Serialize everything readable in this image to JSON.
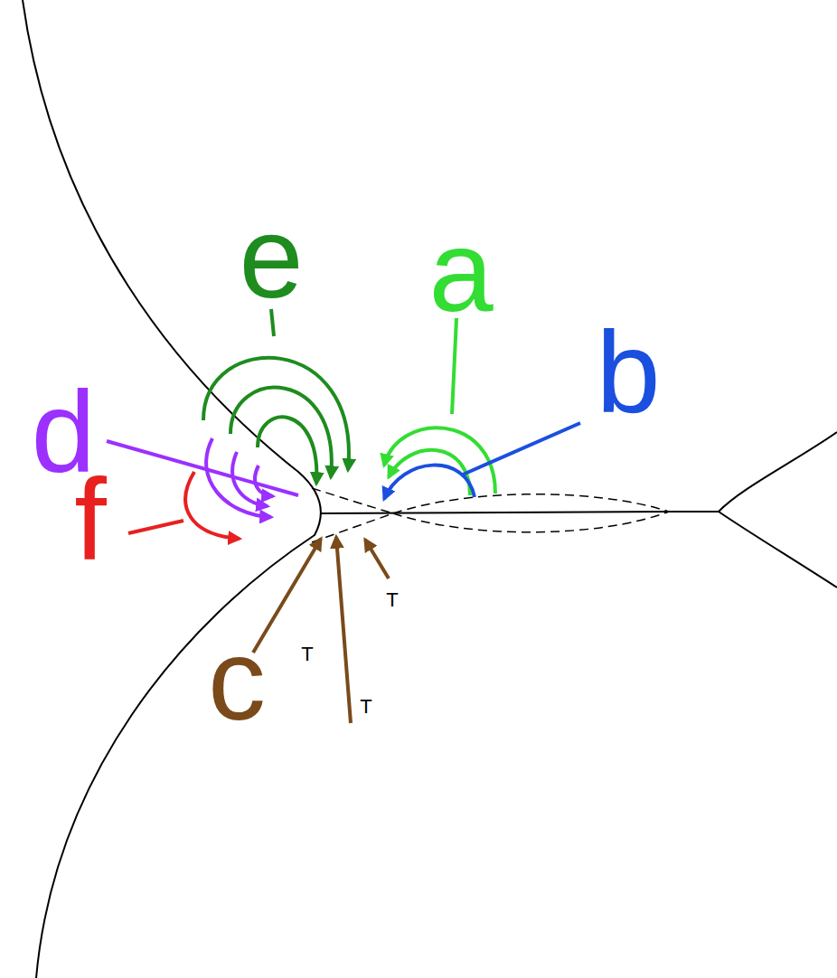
{
  "diagram": {
    "labels": [
      "e",
      "a",
      "b",
      "d",
      "f",
      "c",
      "T",
      "T",
      "T"
    ]
  }
}
